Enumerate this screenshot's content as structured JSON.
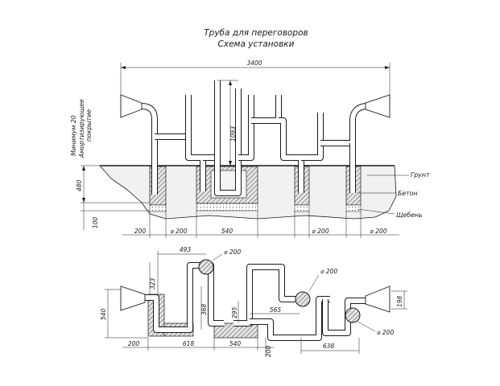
{
  "title": {
    "line1": "Труба для переговоров",
    "line2": "Схема установки"
  },
  "elevation": {
    "dim_total": "3400",
    "dim_height": "1093",
    "dim_480": "480",
    "dim_100": "100",
    "note_min": "Минимум 20",
    "note_surface1": "Амортизирующее",
    "note_surface2": "покрытие",
    "label_ground": "Грунт",
    "label_concrete": "Бетон",
    "label_gravel": "Щебень",
    "bottom_dims": [
      "200",
      "⌀ 200",
      "540",
      "⌀ 200",
      "⌀ 200"
    ]
  },
  "plan": {
    "dim_493": "493",
    "dim_dia_top": "⌀ 200",
    "dim_323": "323",
    "dim_540_v": "540",
    "dim_368": "368",
    "dim_295": "295",
    "dim_565": "565",
    "dim_dia_mid": "⌀ 200",
    "dim_198": "198",
    "dim_dia_right": "⌀ 200",
    "bottom_dims": [
      "200",
      "618",
      "540",
      "200",
      "638"
    ]
  },
  "colors": {
    "line": "#1a1a1a",
    "ground": "#f1f1f1",
    "concrete": "#d9d9d9"
  }
}
